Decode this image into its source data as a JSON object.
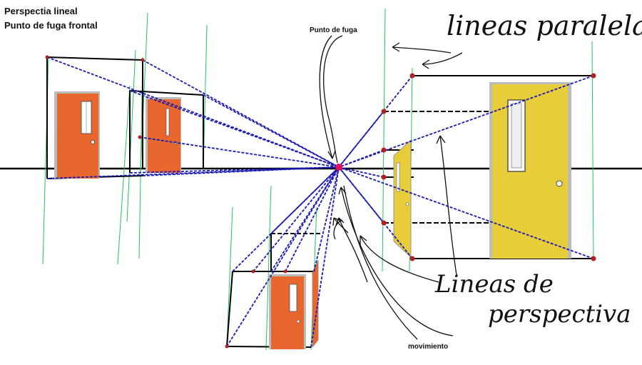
{
  "title": {
    "line1": "Perspectia lineal",
    "line2": "Punto de fuga frontal"
  },
  "labels": {
    "vanishing_point": "Punto de fuga",
    "parallel_lines": "lineas paralelas",
    "perspective_lines_1": "Lineas de",
    "perspective_lines_2": "perspectiva",
    "movement": "movimiento"
  },
  "colors": {
    "background": "#ffffff",
    "horizon": "#000000",
    "perspective_line": "#1a1ab4",
    "guide_line": "#22c55e",
    "door_orange": "#e8672f",
    "door_yellow": "#e7cd3a",
    "point": "#b22222",
    "vanishing_point": "#e0115f"
  },
  "icons": {
    "arrow": "handdrawn-arrow-icon"
  }
}
